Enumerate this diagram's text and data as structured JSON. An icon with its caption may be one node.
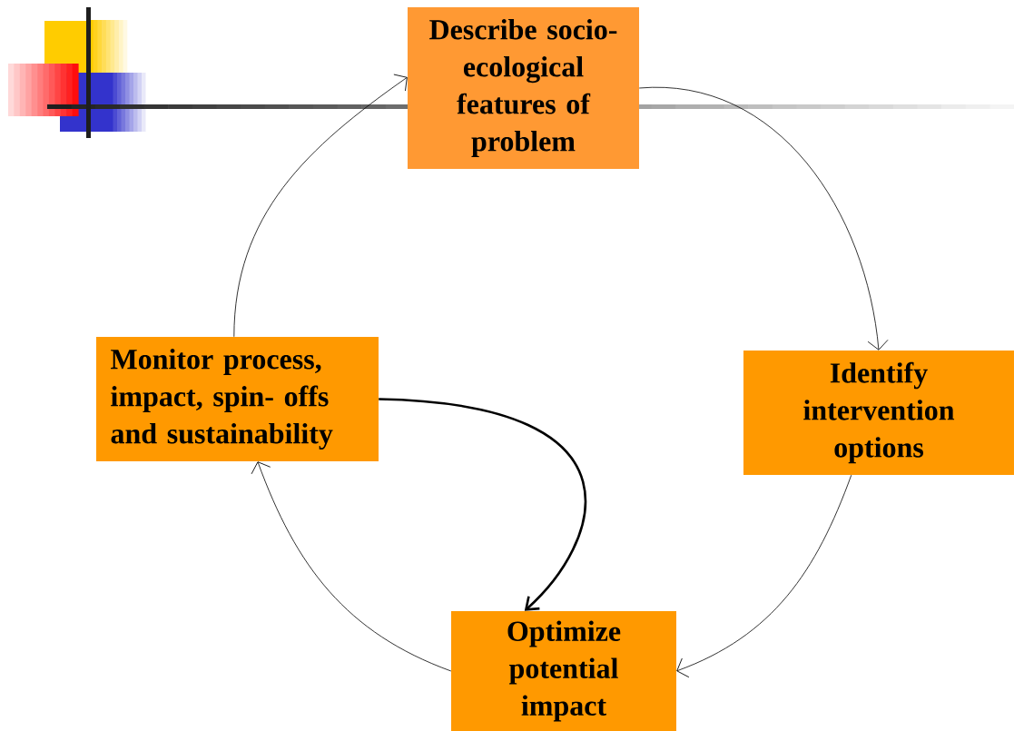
{
  "diagram": {
    "nodes": [
      {
        "text": [
          "Describe socio-ecological features of problem"
        ]
      },
      {
        "text": [
          "Identify intervention options"
        ]
      },
      {
        "text": [
          "Optimize potential impact"
        ]
      },
      {
        "text": [
          "Monitor process, impact, spin- offs and sustainability"
        ]
      }
    ],
    "edges": [
      {
        "from": 0,
        "to": 1,
        "arrow": "to"
      },
      {
        "from": 1,
        "to": 2,
        "arrow": "to"
      },
      {
        "from": 2,
        "to": 3,
        "arrow": "to"
      },
      {
        "from": 3,
        "to": 0,
        "arrow": "to"
      },
      {
        "from": 3,
        "to": 2,
        "arrow": "to",
        "style": "thick"
      }
    ]
  }
}
